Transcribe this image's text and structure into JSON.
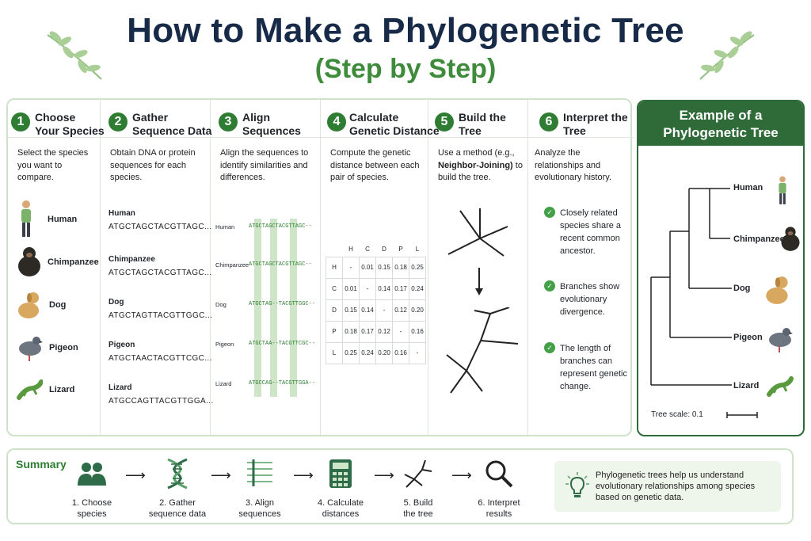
{
  "header": {
    "title": "How to Make a Phylogenetic Tree",
    "subtitle": "(Step by Step)"
  },
  "colors": {
    "accent": "#2e7d32",
    "title": "#172a48",
    "panel_border": "#cfe3c9",
    "example_header": "#2e6b38"
  },
  "steps": [
    {
      "num": "1",
      "title1": "Choose",
      "title2": "Your Species",
      "desc": "Select the species you want to compare."
    },
    {
      "num": "2",
      "title1": "Gather",
      "title2": "Sequence Data",
      "desc": "Obtain DNA or protein sequences for each species."
    },
    {
      "num": "3",
      "title1": "Align",
      "title2": "Sequences",
      "desc": "Align the sequences to identify similarities and differences."
    },
    {
      "num": "4",
      "title1": "Calculate",
      "title2": "Genetic Distance",
      "desc": "Compute the genetic distance between each pair of species."
    },
    {
      "num": "5",
      "title1": "Build the",
      "title2": "Tree",
      "desc_pre": "Use a method (e.g.,",
      "desc_bold": "Neighbor-Joining)",
      "desc_post": "to build the tree."
    },
    {
      "num": "6",
      "title1": "Interpret the",
      "title2": "Tree",
      "desc": "Analyze the relationships and evolutionary history."
    }
  ],
  "species": [
    "Human",
    "Chimpanzee",
    "Dog",
    "Pigeon",
    "Lizard"
  ],
  "sequences": [
    "ATGCTAGCTACGTTAGC...",
    "ATGCTAGCTACGTTAGC...",
    "ATGCTAGTTACGTTGGC...",
    "ATGCTAACTACGTTCGC...",
    "ATGCCAGTTACGTTGGA..."
  ],
  "aligned": [
    "ATGCTAGCTACGTTAGC--",
    "ATGCTAGCTACGTTAGC--",
    "ATGCTAG--TACGTTGGC--",
    "ATGCTAA--TACGTTCGC--",
    "ATGCCAG--TACGTTGGA--"
  ],
  "distance": {
    "labels": [
      "H",
      "C",
      "D",
      "P",
      "L"
    ],
    "rows": [
      [
        "-",
        "0.01",
        "0.15",
        "0.18",
        "0.25"
      ],
      [
        "0.01",
        "-",
        "0.14",
        "0.17",
        "0.24"
      ],
      [
        "0.15",
        "0.14",
        "-",
        "0.12",
        "0.20"
      ],
      [
        "0.18",
        "0.17",
        "0.12",
        "-",
        "0.16"
      ],
      [
        "0.25",
        "0.24",
        "0.20",
        "0.16",
        "-"
      ]
    ]
  },
  "interpret": [
    "Closely related species share a recent common ancestor.",
    "Branches show evolutionary divergence.",
    "The length of branches can represent genetic change."
  ],
  "example": {
    "title": "Example of a Phylogenetic Tree",
    "labels": [
      "Human",
      "Chimpanzee",
      "Dog",
      "Pigeon",
      "Lizard"
    ],
    "scale_label": "Tree scale:",
    "scale_value": "0.1"
  },
  "summary": {
    "title": "Summary",
    "steps": [
      {
        "line1": "1. Choose",
        "line2": "species",
        "icon": "people-icon"
      },
      {
        "line1": "2. Gather",
        "line2": "sequence data",
        "icon": "dna-icon"
      },
      {
        "line1": "3. Align",
        "line2": "sequences",
        "icon": "align-icon"
      },
      {
        "line1": "4. Calculate",
        "line2": "distances",
        "icon": "calculator-icon"
      },
      {
        "line1": "5. Build",
        "line2": "the tree",
        "icon": "tree-icon"
      },
      {
        "line1": "6. Interpret",
        "line2": "results",
        "icon": "magnifier-icon"
      }
    ],
    "info": "Phylogenetic trees help us understand evolutionary relationships among species based on genetic data."
  }
}
